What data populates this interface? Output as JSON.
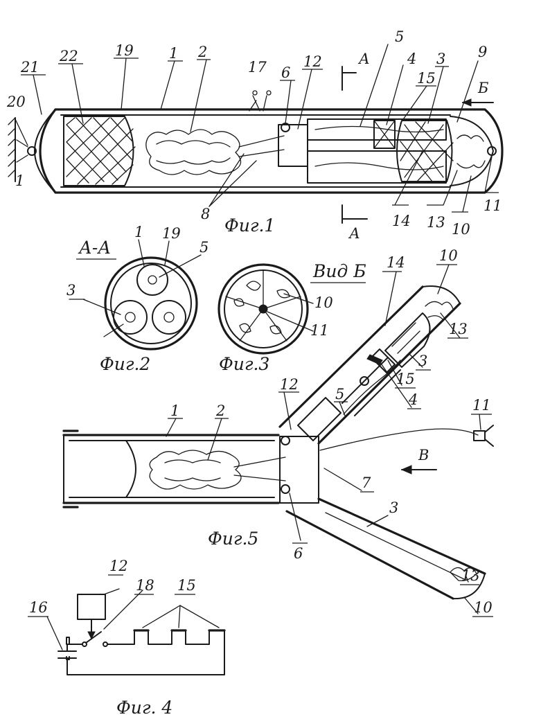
{
  "figures": {
    "fig1": "Фиг.1",
    "fig2": "Фиг.2",
    "fig3": "Фиг.3",
    "fig4": "Фиг. 4",
    "fig5": "Фиг.5"
  },
  "views": {
    "section_aa": "А-А",
    "view_b": "Вид Б",
    "marker_a": "А",
    "marker_b": "Б",
    "marker_v": "В"
  },
  "fig1_labels": {
    "l1": "1",
    "l2": "2",
    "l3": "3",
    "l4": "4",
    "l5": "5",
    "l6": "6",
    "l8": "8",
    "l9": "9",
    "l10": "10",
    "l11": "11",
    "l12": "12",
    "l13": "13",
    "l14": "14",
    "l15": "15",
    "l17": "17",
    "l19": "19",
    "l20": "20",
    "l21": "21",
    "l22": "22",
    "l_wall": "1"
  },
  "fig2_labels": {
    "l1": "1",
    "l19": "19",
    "l5": "5",
    "l3": "3"
  },
  "fig3_labels": {
    "l10": "10",
    "l11": "11"
  },
  "fig5_labels": {
    "l14": "14",
    "l10a": "10",
    "l13a": "13",
    "l3a": "3",
    "l15": "15",
    "l4": "4",
    "l11": "11",
    "l1": "1",
    "l2": "2",
    "l12": "12",
    "l5": "5",
    "l7": "7",
    "l6": "6",
    "l3b": "3",
    "l13b": "13",
    "l10b": "10"
  },
  "fig4_labels": {
    "l12": "12",
    "l18": "18",
    "l15": "15",
    "l16": "16"
  }
}
